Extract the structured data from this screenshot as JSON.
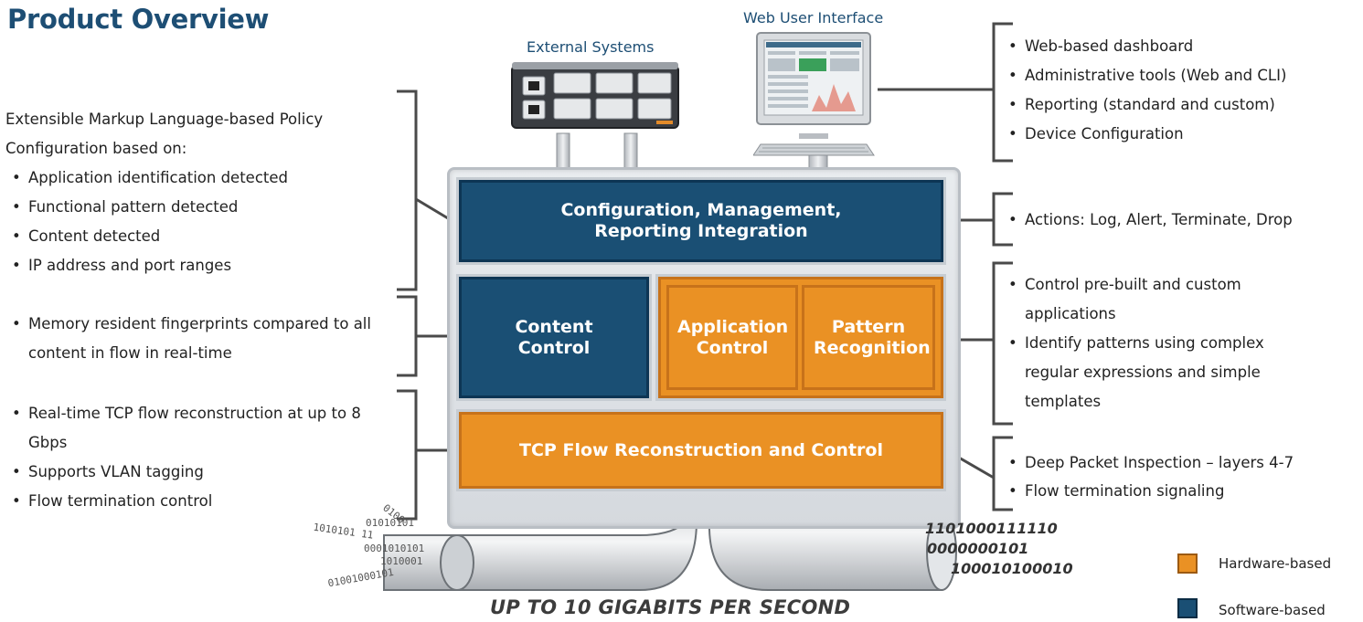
{
  "title": "Product Overview",
  "external_systems_label": "External Systems",
  "web_ui_label": "Web User Interface",
  "right_groups": {
    "web": [
      "Web-based dashboard",
      "Administrative tools (Web and CLI)",
      "Reporting (standard and custom)",
      "Device Configuration"
    ],
    "actions": [
      "Actions: Log, Alert, Terminate, Drop"
    ],
    "control": [
      "Control pre-built and custom applications",
      "Identify patterns using complex regular expressions and simple templates"
    ],
    "deep": [
      "Deep Packet Inspection – layers 4-7",
      "Flow termination signaling"
    ]
  },
  "left_groups": {
    "policy_intro_line1": "Extensible Markup Language-based Policy",
    "policy_intro_line2": "Configuration based on:",
    "policy": [
      "Application identification detected",
      "Functional pattern detected",
      "Content detected",
      "IP address and port ranges"
    ],
    "memory": [
      "Memory resident fingerprints compared to all content in flow in real-time"
    ],
    "tcp": [
      "Real-time TCP flow reconstruction at up to 8 Gbps",
      "Supports VLAN tagging",
      "Flow termination control"
    ]
  },
  "blocks": {
    "config": "Configuration, Management, Reporting Integration",
    "content": "Content Control",
    "application": "Application Control",
    "pattern": "Pattern Recognition",
    "tcp": "TCP Flow Reconstruction and Control"
  },
  "binary_right": [
    "1101000111110",
    "0000000101",
    "100010100010"
  ],
  "binary_left": [
    "0100",
    "01010101",
    "1010101 11",
    "0001010101",
    "1010001",
    "01001000101"
  ],
  "bottom_caption": "UP TO 10 GIGABITS PER SECOND",
  "legend": {
    "hardware": "Hardware-based",
    "software": "Software-based"
  },
  "colors": {
    "hardware": "#ea9124",
    "software": "#1a4f74",
    "title": "#1d4e74"
  }
}
